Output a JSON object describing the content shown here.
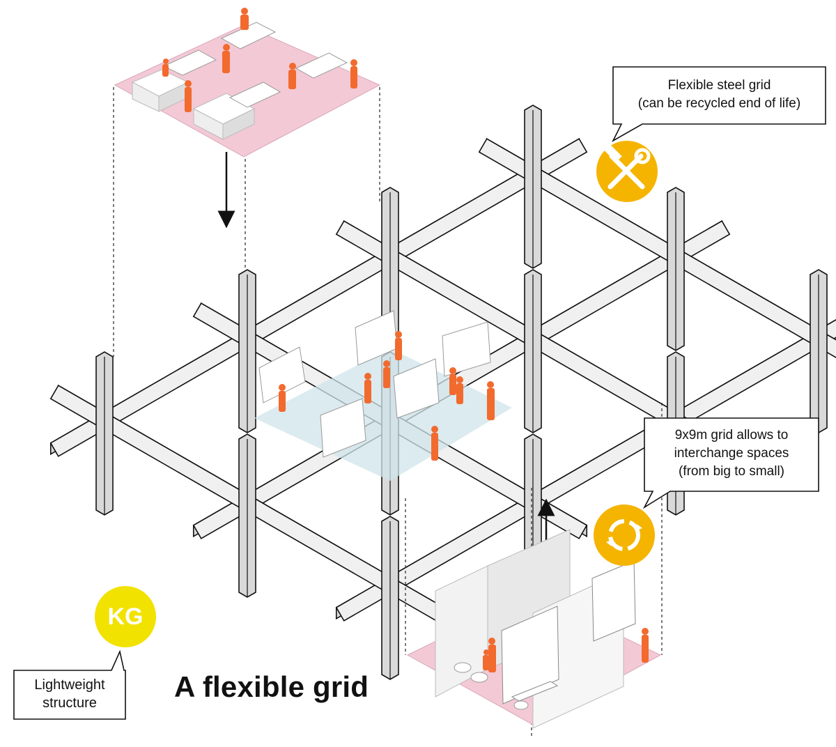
{
  "title": "A flexible grid",
  "callouts": {
    "steel": [
      "Flexible steel grid",
      "(can be recycled end of life)"
    ],
    "grid": [
      "9x9m grid allows to",
      "interchange spaces",
      "(from big to small)"
    ],
    "light": [
      "Lightweight",
      "structure"
    ]
  },
  "badges": {
    "kg": {
      "text": "KG",
      "color": "#f2e200"
    },
    "tools": {
      "icon": "hammer-wrench-icon",
      "color": "#f5b400"
    },
    "cycle": {
      "icon": "recycle-arrows-icon",
      "color": "#f5b400"
    }
  },
  "colors": {
    "beam": "#d9d9d9",
    "beam_top": "#f0f0f0",
    "outline": "#111111",
    "pink_floor": "#f3c9d6",
    "blue_floor": "#cfe4ea",
    "people": "#f26a2e"
  }
}
